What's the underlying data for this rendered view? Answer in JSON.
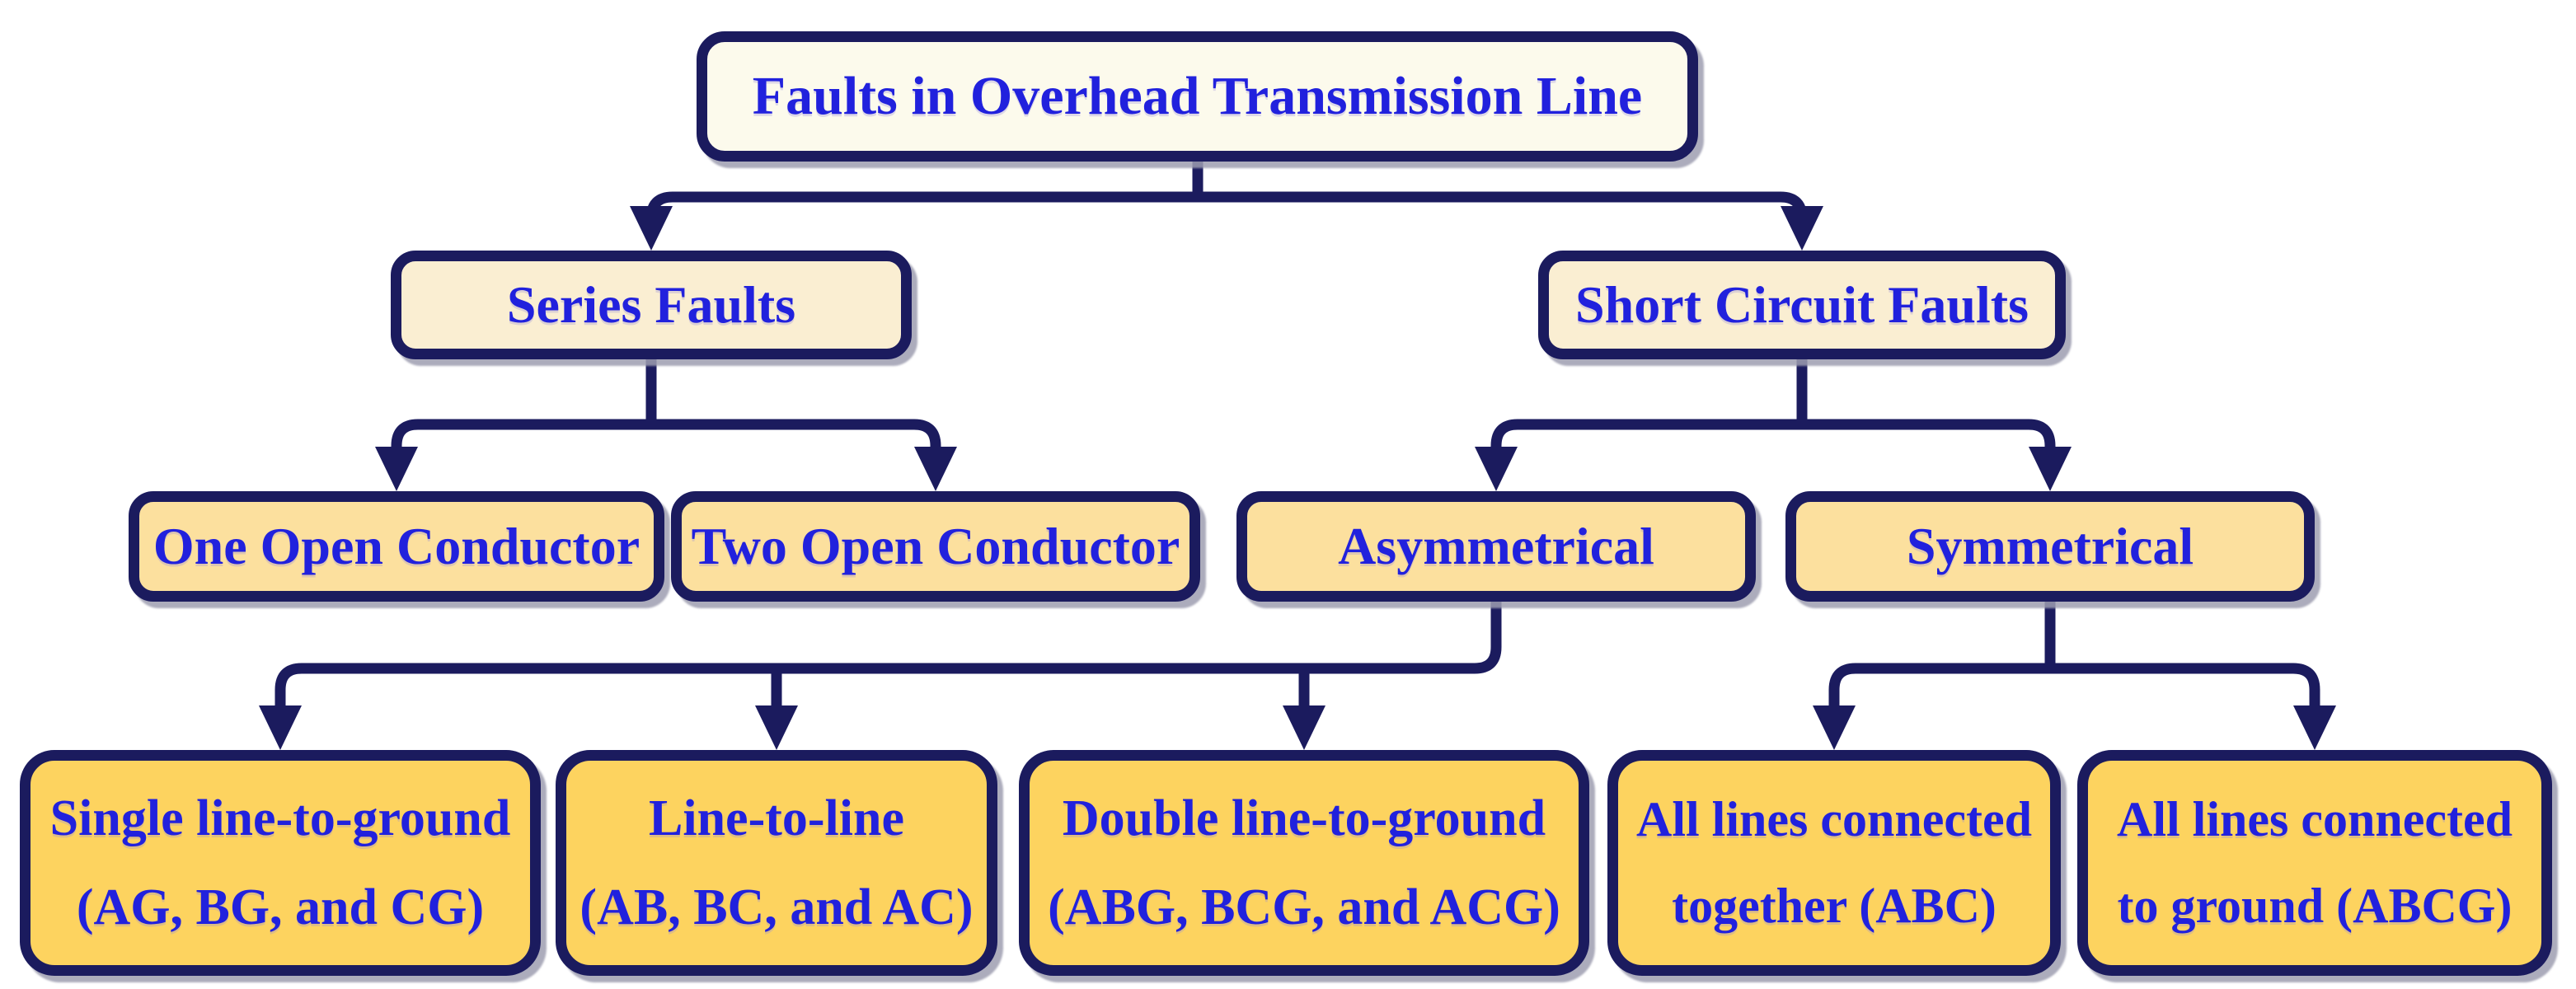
{
  "diagram": {
    "title": "Faults in Overhead Transmission Line",
    "type": "tree-flowchart",
    "colors": {
      "line_and_border": "#1b1b5e",
      "text": "#2121dd",
      "root_fill": "#fcfaec",
      "level2_fill": "#faeed2",
      "level3_fill": "#fce09e",
      "level4_fill": "#fdd35f",
      "background": "#ffffff",
      "shadow": "#9e9eb0"
    },
    "nodes": {
      "root": {
        "label": "Faults in Overhead Transmission Line"
      },
      "series": {
        "label": "Series Faults"
      },
      "short_circuit": {
        "label": "Short Circuit Faults"
      },
      "one_open": {
        "label": "One Open Conductor"
      },
      "two_open": {
        "label": "Two Open Conductor"
      },
      "asymmetrical": {
        "label": "Asymmetrical"
      },
      "symmetrical": {
        "label": "Symmetrical"
      },
      "single_line_to_ground": {
        "lines": [
          "Single line-to-ground",
          "(AG, BG, and CG)"
        ]
      },
      "line_to_line": {
        "lines": [
          "Line-to-line",
          "(AB, BC, and AC)"
        ]
      },
      "double_line_to_ground": {
        "lines": [
          "Double line-to-ground",
          "(ABG, BCG, and ACG)"
        ]
      },
      "all_lines_together": {
        "lines": [
          "All lines connected",
          "together (ABC)"
        ]
      },
      "all_lines_to_ground": {
        "lines": [
          "All lines connected",
          "to ground (ABCG)"
        ]
      }
    },
    "edges": [
      {
        "from": "root",
        "to": "series"
      },
      {
        "from": "root",
        "to": "short_circuit"
      },
      {
        "from": "series",
        "to": "one_open"
      },
      {
        "from": "series",
        "to": "two_open"
      },
      {
        "from": "short_circuit",
        "to": "asymmetrical"
      },
      {
        "from": "short_circuit",
        "to": "symmetrical"
      },
      {
        "from": "asymmetrical",
        "to": "single_line_to_ground"
      },
      {
        "from": "asymmetrical",
        "to": "line_to_line"
      },
      {
        "from": "asymmetrical",
        "to": "double_line_to_ground"
      },
      {
        "from": "symmetrical",
        "to": "all_lines_together"
      },
      {
        "from": "symmetrical",
        "to": "all_lines_to_ground"
      }
    ]
  }
}
